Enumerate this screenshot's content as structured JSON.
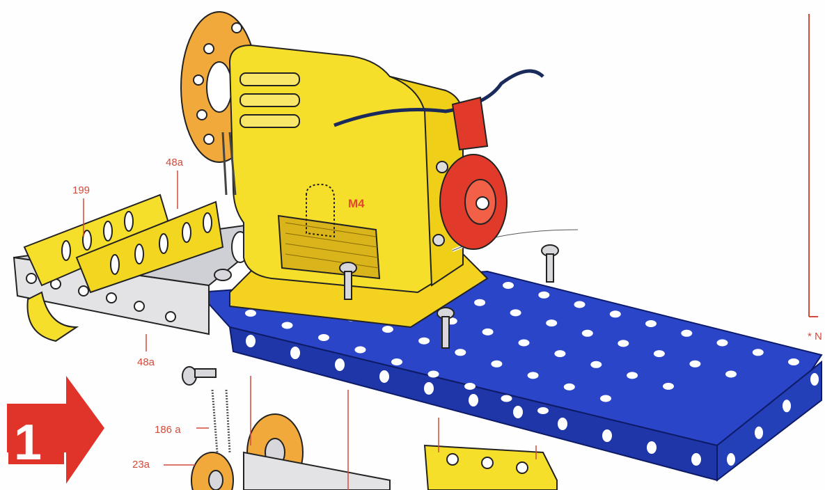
{
  "step_number": "1",
  "motor_label": "M4",
  "part_labels": {
    "p199": "199",
    "p48a_top": "48a",
    "p48a_bottom": "48a",
    "p186a": "186 a",
    "p23a": "23a"
  },
  "edge_text": "* N",
  "colors": {
    "plate_blue": "#2a45c8",
    "motor_yellow": "#f6df2a",
    "flange_orange": "#f0a93a",
    "silver": "#d8d8dc",
    "red_pulley": "#e23a2a",
    "arrow_red": "#e0342a",
    "label_red": "#d44a3a"
  }
}
